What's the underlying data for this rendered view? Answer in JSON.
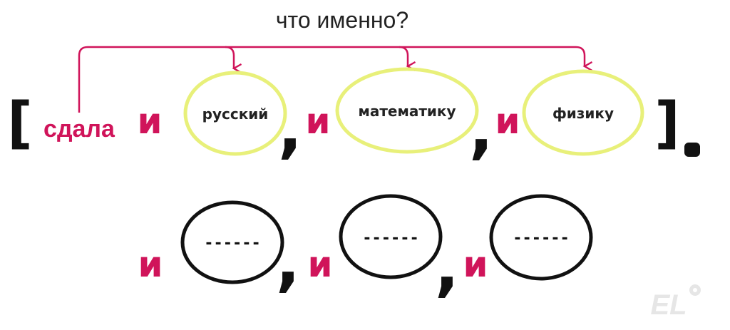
{
  "question": "что именно?",
  "bracket_open": "[",
  "bracket_close": "]",
  "verb": "сдала",
  "conjunction": "и",
  "objects": [
    "русский",
    "математику",
    "физику"
  ],
  "placeholder": "------",
  "logo": "EL",
  "colors": {
    "accent": "#d0145a",
    "ellipse_top": "#e8f07a",
    "ink": "#111111",
    "logo": "#e6e6e6"
  }
}
